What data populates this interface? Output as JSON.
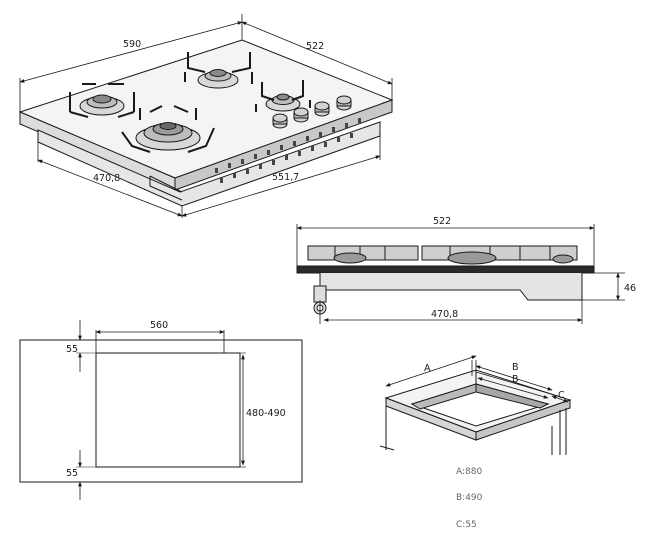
{
  "hob_top_view": {
    "dim_width": "590",
    "dim_depth": "522",
    "dim_bottom_depth": "470,8",
    "dim_bottom_width": "551,7"
  },
  "hob_side_view": {
    "dim_length": "522",
    "dim_height": "46",
    "dim_bottom_length": "470,8"
  },
  "cutout": {
    "dim_width": "560",
    "dim_top_margin": "55",
    "dim_depth": "480-490",
    "dim_bottom_margin": "55"
  },
  "cabinet": {
    "label_a": "A",
    "label_b_top": "B",
    "label_b_inner": "B",
    "label_c": "C"
  },
  "legend": [
    {
      "text": "A:880"
    },
    {
      "text": "B:490"
    },
    {
      "text": "C:55"
    }
  ]
}
